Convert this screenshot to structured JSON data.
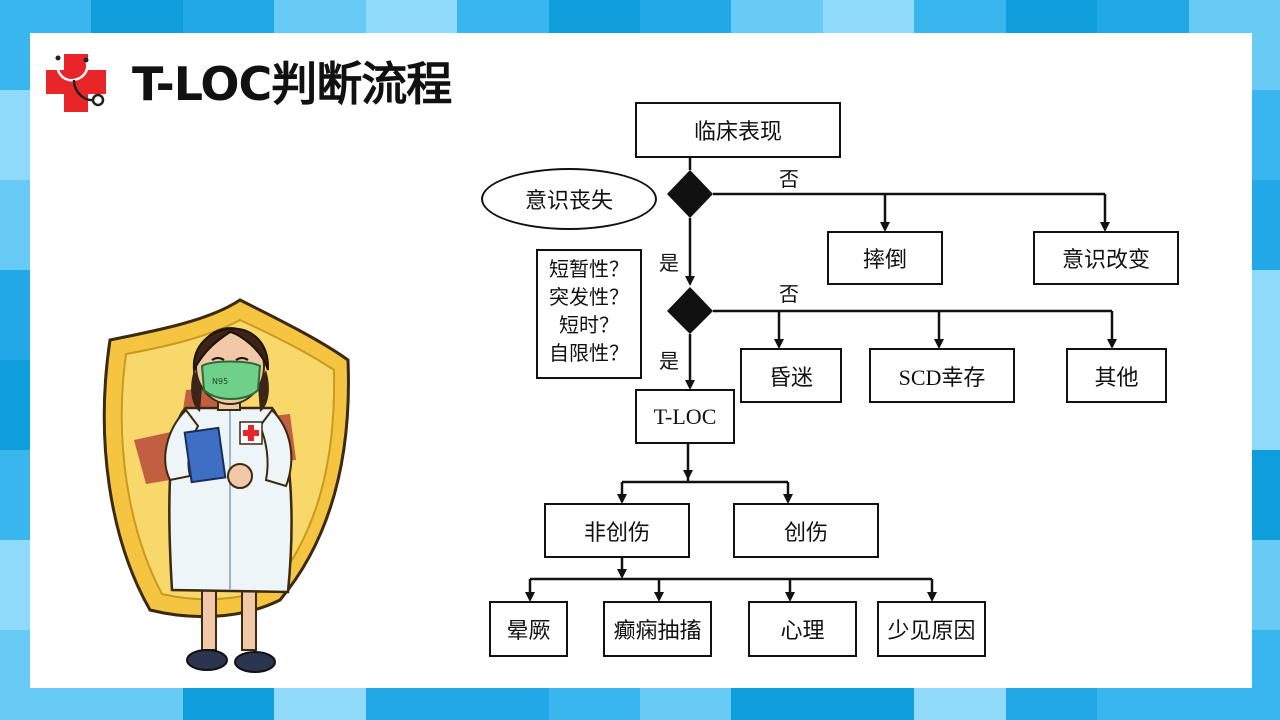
{
  "slide": {
    "title": "T-LOC判断流程"
  },
  "colors": {
    "border_tiles": [
      "#3ab6ee",
      "#67cbf6",
      "#0f9edc",
      "#8fd9fa",
      "#22a8e6"
    ],
    "logo_cross": "#e8262a",
    "nurse_mask": "#6fd08a",
    "shield": "#f5c542"
  },
  "flowchart": {
    "nodes": {
      "clinical": "临床表现",
      "loc": "意识丧失",
      "fall": "摔倒",
      "consciousness_change": "意识改变",
      "criteria": [
        "短暂性？",
        "突发性？",
        "短时？",
        "自限性？"
      ],
      "coma": "昏迷",
      "scd": "SCD幸存",
      "other": "其他",
      "tloc": "T-LOC",
      "non_trauma": "非创伤",
      "trauma": "创伤",
      "syncope": "晕厥",
      "epilepsy": "癫痫抽搐",
      "psych": "心理",
      "rare": "少见原因"
    },
    "edge_labels": {
      "no_1": "否",
      "yes_1": "是",
      "no_2": "否",
      "yes_2": "是"
    }
  },
  "illustration": {
    "icon": "nurse-with-shield-illustration",
    "mask_text": "N95"
  }
}
